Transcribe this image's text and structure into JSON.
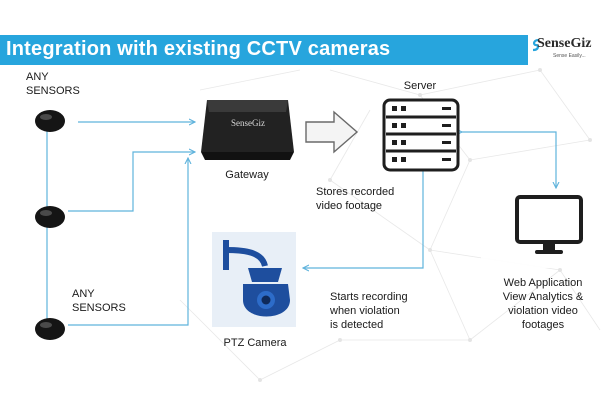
{
  "title": "Integration with existing CCTV cameras",
  "logo": {
    "name": "SenseGiz",
    "tagline": "Sense Easily..."
  },
  "labels": {
    "sensors_top": "ANY\nSENSORS",
    "sensors_bottom": "ANY\nSENSORS",
    "gateway": "Gateway",
    "gateway_device_brand": "SenseGiz",
    "server": "Server",
    "stores": "Stores recorded\nvideo footage",
    "ptz": "PTZ Camera",
    "starts": "Starts recording\nwhen violation\nis detected",
    "webapp": "Web Application\nView Analytics &\nviolation video\nfootages"
  },
  "colors": {
    "accent": "#27a5dd",
    "connector": "#5fb3dc",
    "device": "#1e1e1e",
    "camera": "#1e4e9e"
  },
  "icons": [
    "sensor-puck-icon",
    "gateway-device-icon",
    "server-rack-icon",
    "monitor-icon",
    "ptz-camera-icon",
    "gray-arrow-icon"
  ]
}
